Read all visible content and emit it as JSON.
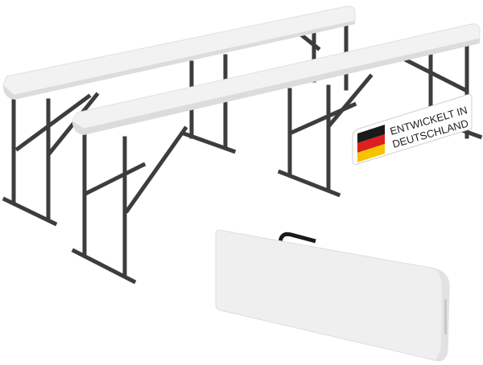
{
  "product": {
    "description": "Two white folding benches with dark grey steel legs and one folded bench with carry handle",
    "colors": {
      "bench_top": "#f2f2f2",
      "bench_edge": "#dcdcdc",
      "legs": "#3d3d3d",
      "handle": "#1a1a1a"
    }
  },
  "badge": {
    "line1": "ENTWICKELT IN",
    "line2": "DEUTSCHLAND",
    "flag_colors": [
      "#1a1a1a",
      "#dd1f1f",
      "#f5c400"
    ]
  }
}
